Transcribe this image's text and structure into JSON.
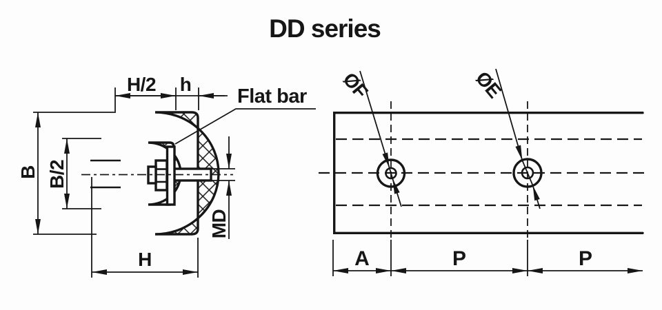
{
  "title": "DD series",
  "colors": {
    "line": "#161616",
    "background": "#fdfdfd"
  },
  "left_view": {
    "labels": {
      "half_height": "H/2",
      "wall_thickness": "h",
      "flat_bar": "Flat bar",
      "width": "B",
      "half_width": "B/2",
      "height": "H",
      "stud_diameter": "MD"
    }
  },
  "right_view": {
    "labels": {
      "hole_diameter_f": "ØF",
      "hole_diameter_e": "ØE",
      "end_spacing": "A",
      "pitch_1": "P",
      "pitch_2": "P"
    }
  }
}
